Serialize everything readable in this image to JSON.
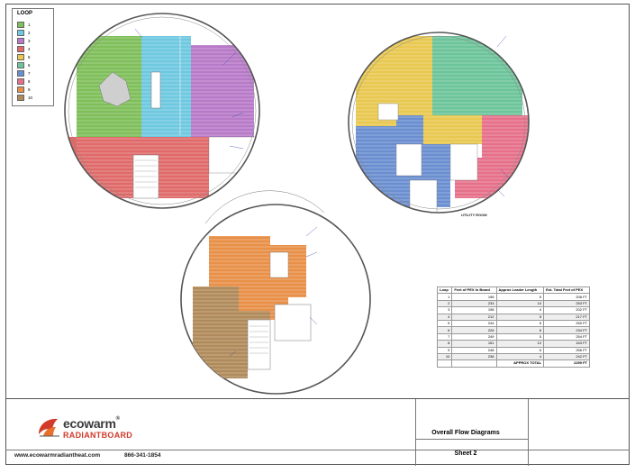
{
  "legend": {
    "title": "LOOP",
    "items": [
      {
        "label": "1",
        "color": "#7fbf5a"
      },
      {
        "label": "2",
        "color": "#6ec8e0"
      },
      {
        "label": "3",
        "color": "#b87ac8"
      },
      {
        "label": "4",
        "color": "#e06a6a"
      },
      {
        "label": "5",
        "color": "#e8c850"
      },
      {
        "label": "6",
        "color": "#6cc49a"
      },
      {
        "label": "7",
        "color": "#6a8ed0"
      },
      {
        "label": "8",
        "color": "#e6708a"
      },
      {
        "label": "9",
        "color": "#e89048"
      },
      {
        "label": "10",
        "color": "#b08a5a"
      }
    ]
  },
  "table": {
    "headers": [
      "Loop",
      "Feet of PEX In Board",
      "Approx Leader Length",
      "Est. Total Feet of PEX"
    ],
    "rows": [
      [
        "1",
        "198",
        "5",
        "208 FT"
      ],
      [
        "2",
        "233",
        "10",
        "253 FT"
      ],
      [
        "3",
        "198",
        "4",
        "202 FT"
      ],
      [
        "4",
        "212",
        "5",
        "217 FT"
      ],
      [
        "5",
        "244",
        "6",
        "250 FT"
      ],
      [
        "6",
        "226",
        "6",
        "234 FT"
      ],
      [
        "7",
        "249",
        "5",
        "254 FT"
      ],
      [
        "8",
        "151",
        "12",
        "163 FT"
      ],
      [
        "9",
        "248",
        "6",
        "256 FT"
      ],
      [
        "10",
        "238",
        "4",
        "242 FT"
      ]
    ],
    "total_label": "APPROX TOTAL",
    "total_value": "2299 FT"
  },
  "plan_labels": {
    "utility_room": "UTILITY ROOM"
  },
  "title_block": {
    "brand": "ecowarm",
    "brand_reg": "®",
    "sub_brand": "RADIANTBOARD",
    "website": "www.ecowarmradiantheat.com",
    "phone": "866-341-1854",
    "sheet_title": "Overall Flow Diagrams",
    "sheet_number": "Sheet 2"
  },
  "colors": {
    "wall": "#555555",
    "annotation": "#3a4aa8",
    "brand_red": "#d23a2a"
  }
}
